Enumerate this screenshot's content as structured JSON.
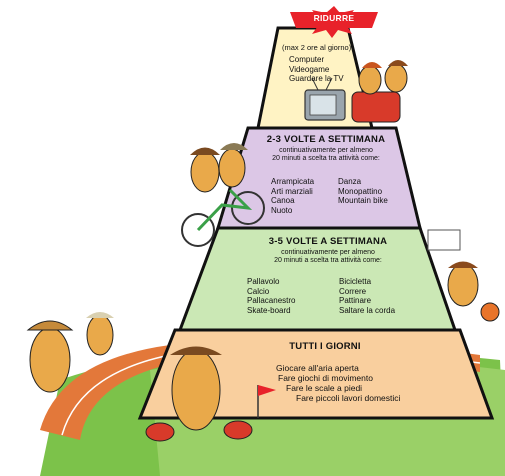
{
  "pyramid": {
    "top": {
      "star_label": "RIDURRE",
      "subtitle": "(max 2 ore al giorno)",
      "items": [
        "Computer",
        "Videogame",
        "Guardare la TV"
      ]
    },
    "level2": {
      "header": "2-3 VOLTE A SETTIMANA",
      "sub1": "continuativamente per almeno",
      "sub2": "20 minuti a scelta tra attività come:",
      "col1": [
        "Arrampicata",
        "Arti marziali",
        "Canoa",
        "Nuoto"
      ],
      "col2": [
        "Danza",
        "Monopattino",
        "Mountain bike"
      ]
    },
    "level3": {
      "header": "3-5 VOLTE A SETTIMANA",
      "sub1": "continuativamente per almeno",
      "sub2": "20 minuti a scelta tra attività come:",
      "col1": [
        "Pallavolo",
        "Calcio",
        "Pallacanestro",
        "Skate-board"
      ],
      "col2": [
        "Bicicletta",
        "Correre",
        "Pattinare",
        "Saltare la corda"
      ]
    },
    "base": {
      "header": "TUTTI I GIORNI",
      "items": [
        "Giocare all'aria aperta",
        "Fare giochi di movimento",
        "Fare le scale a piedi",
        "Fare piccoli lavori domestici"
      ]
    }
  },
  "colors": {
    "top_tier": "#fff3c4",
    "level2": "#dcc7e6",
    "level3": "#cbe8b5",
    "base": "#f9cf9e",
    "track": "#e3783a",
    "grass": "#7cc24a",
    "star": "#e8222a"
  }
}
